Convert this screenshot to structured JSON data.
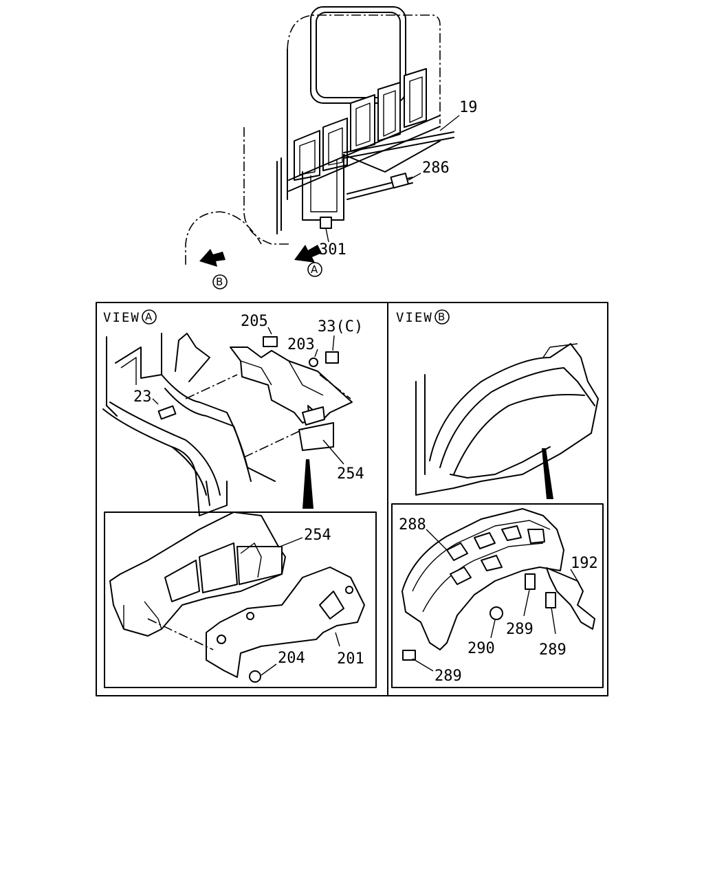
{
  "top": {
    "callouts": [
      "19",
      "286",
      "301"
    ],
    "arrow_a": "A",
    "arrow_b": "B"
  },
  "view_a": {
    "title": "VIEW",
    "letter": "A",
    "callouts": [
      "205",
      "203",
      "33(C)",
      "23",
      "254"
    ],
    "inset_callouts": [
      "254",
      "204",
      "201"
    ]
  },
  "view_b": {
    "title": "VIEW",
    "letter": "B",
    "inset_callouts": [
      "288",
      "192",
      "289",
      "290",
      "289",
      "289"
    ]
  }
}
